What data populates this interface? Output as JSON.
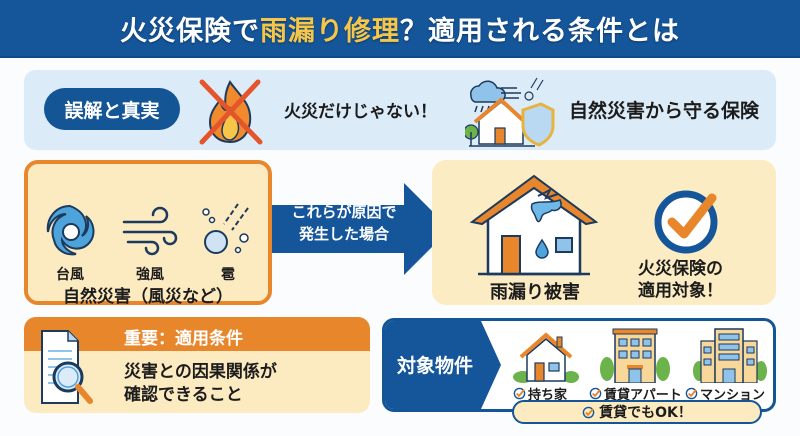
{
  "header": {
    "title_pre": "火災保険で",
    "title_highlight": "雨漏り修理",
    "title_post": "？適用される条件とは"
  },
  "misconception": {
    "badge": "誤解と真実",
    "myth": "火災だけじゃない！",
    "truth": "自然災害から守る保険",
    "icons": [
      "fire-crossed-icon",
      "weather-house-shield-icon"
    ]
  },
  "causes": {
    "hazards": [
      {
        "label": "台風",
        "icon": "typhoon-icon"
      },
      {
        "label": "強風",
        "icon": "wind-icon"
      },
      {
        "label": "雹",
        "icon": "hail-icon"
      }
    ],
    "caption": "自然災害（風災など）"
  },
  "arrow": {
    "line1": "これらが原因で",
    "line2": "発生した場合"
  },
  "result": {
    "damage_label": "雨漏り被害",
    "coverage_line1": "火災保険の",
    "coverage_line2": "適用対象！"
  },
  "condition": {
    "title": "重要：適用条件",
    "line1": "災害との因果関係が",
    "line2": "確認できること"
  },
  "properties": {
    "tag": "対象物件",
    "items": [
      {
        "label": "持ち家",
        "icon": "house-icon"
      },
      {
        "label": "賃貸アパート",
        "icon": "apartment-icon"
      },
      {
        "label": "マンション",
        "icon": "condominium-icon"
      }
    ],
    "note": "賃貸でもOK！"
  },
  "colors": {
    "navy": "#145596",
    "orange": "#e8862c",
    "cream": "#fcebc1",
    "light_blue": "#dcebf8",
    "yellow_highlight": "#f5c64a"
  }
}
